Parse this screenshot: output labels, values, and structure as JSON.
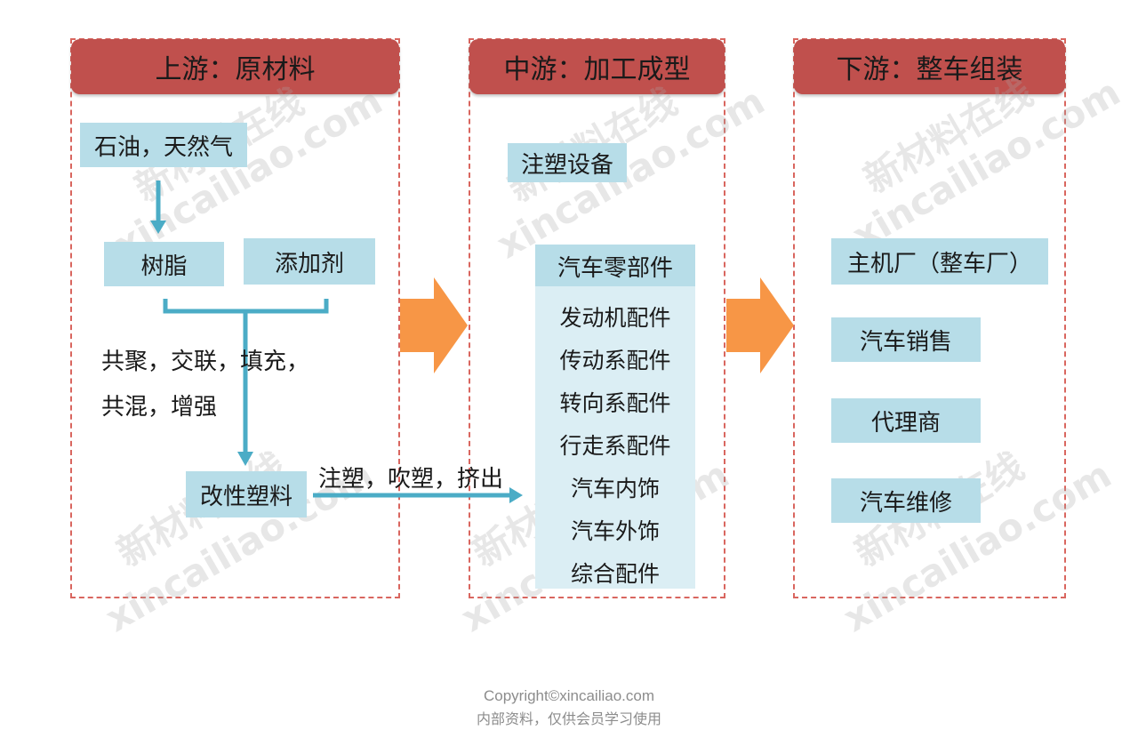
{
  "sections": {
    "upstream": {
      "title": "上游：原材料",
      "raw": "石油，天然气",
      "resin": "树脂",
      "additive": "添加剂",
      "process_line1": "共聚，交联，填充，",
      "process_line2": "共混，增强",
      "modified": "改性塑料"
    },
    "midstream": {
      "title": "中游：加工成型",
      "equipment": "注塑设备",
      "parts_header": "汽车零部件",
      "parts": [
        "发动机配件",
        "传动系配件",
        "转向系配件",
        "行走系配件",
        "汽车内饰",
        "汽车外饰",
        "综合配件"
      ]
    },
    "downstream": {
      "title": "下游：整车组装",
      "items": [
        "主机厂（整车厂）",
        "汽车销售",
        "代理商",
        "汽车维修"
      ]
    }
  },
  "connector_label": "注塑，吹塑，挤出",
  "watermark": {
    "cn": "新材料在线",
    "en": "xincailiao.com"
  },
  "footer": {
    "line1": "Copyright©xincailiao.com",
    "line2": "内部资料，仅供会员学习使用"
  },
  "colors": {
    "header_red": "#c0504d",
    "box_blue": "#b7dde8",
    "arrow_teal": "#4bacc6",
    "big_arrow_orange": "#f79646",
    "dashed_border": "#d9665f"
  }
}
